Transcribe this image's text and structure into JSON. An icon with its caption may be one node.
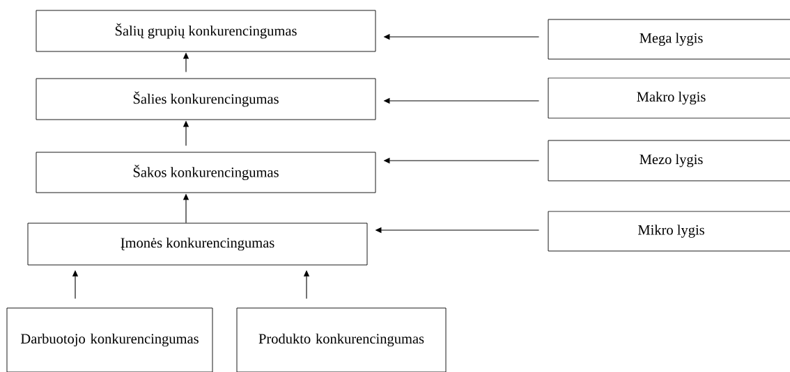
{
  "diagram": {
    "nodes": [
      {
        "text": [
          "Šalių grupių konkurencingumas"
        ]
      },
      {
        "text": [
          "Šalies konkurencingumas"
        ]
      },
      {
        "text": [
          "Šakos konkurencingumas"
        ]
      },
      {
        "text": [
          "Įmonės konkurencingumas"
        ]
      },
      {
        "text": [
          "Darbuotojo konkurencingumas"
        ]
      },
      {
        "text": [
          "Produkto konkurencingumas"
        ]
      },
      {
        "text": [
          "Mega lygis"
        ]
      },
      {
        "text": [
          "Makro lygis"
        ]
      },
      {
        "text": [
          "Mezo lygis"
        ]
      },
      {
        "text": [
          "Mikro lygis"
        ]
      }
    ],
    "edges": [
      {
        "from": 1,
        "to": 0,
        "arrow": "to"
      },
      {
        "from": 2,
        "to": 1,
        "arrow": "to"
      },
      {
        "from": 3,
        "to": 2,
        "arrow": "to"
      },
      {
        "from": 4,
        "to": 3,
        "arrow": "to"
      },
      {
        "from": 5,
        "to": 3,
        "arrow": "to"
      },
      {
        "from": 6,
        "to": 0,
        "arrow": "to"
      },
      {
        "from": 7,
        "to": 1,
        "arrow": "to"
      },
      {
        "from": 8,
        "to": 2,
        "arrow": "to"
      },
      {
        "from": 9,
        "to": 3,
        "arrow": "to"
      }
    ]
  }
}
